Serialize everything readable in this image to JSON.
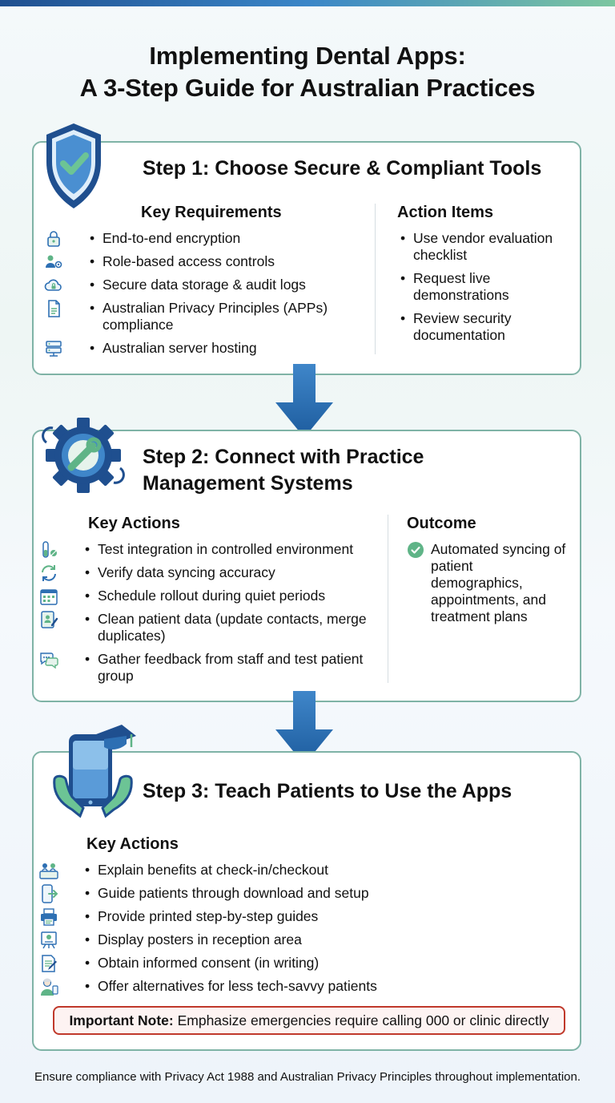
{
  "title": {
    "line1": "Implementing Dental Apps:",
    "line2": "A 3-Step Guide for Australian Practices"
  },
  "step1": {
    "title": "Step 1: Choose Secure & Compliant Tools",
    "requirements_heading": "Key Requirements",
    "requirements": [
      {
        "icon": "lock-icon",
        "text": "End-to-end encryption"
      },
      {
        "icon": "users-gear-icon",
        "text": "Role-based access controls"
      },
      {
        "icon": "cloud-lock-icon",
        "text": "Secure data storage & audit logs"
      },
      {
        "icon": "document-icon",
        "text": "Australian Privacy Principles (APPs) compliance"
      },
      {
        "icon": "server-icon",
        "text": "Australian server hosting"
      }
    ],
    "actions_heading": "Action Items",
    "actions": [
      "Use vendor evaluation checklist",
      "Request live demonstrations",
      "Review security documentation"
    ]
  },
  "step2": {
    "title_line1": "Step 2: Connect with Practice",
    "title_line2": "Management Systems",
    "actions_heading": "Key Actions",
    "actions": [
      {
        "icon": "test-tube-icon",
        "text": "Test integration in controlled environment"
      },
      {
        "icon": "sync-icon",
        "text": "Verify data syncing accuracy"
      },
      {
        "icon": "calendar-icon",
        "text": "Schedule rollout during quiet periods"
      },
      {
        "icon": "edit-contacts-icon",
        "text": "Clean patient data (update contacts, merge duplicates)"
      },
      {
        "icon": "chat-bubbles-icon",
        "text": "Gather feedback from staff and test patient group"
      }
    ],
    "outcome_heading": "Outcome",
    "outcome": "Automated syncing of patient demographics, appointments, and treatment plans"
  },
  "step3": {
    "title": "Step 3: Teach Patients to Use the Apps",
    "actions_heading": "Key Actions",
    "actions": [
      {
        "icon": "reception-icon",
        "text": "Explain benefits at check-in/checkout"
      },
      {
        "icon": "phone-download-icon",
        "text": "Guide patients through download and setup"
      },
      {
        "icon": "printer-icon",
        "text": "Provide printed step-by-step guides"
      },
      {
        "icon": "poster-icon",
        "text": "Display posters in reception area"
      },
      {
        "icon": "consent-form-icon",
        "text": "Obtain informed consent (in writing)"
      },
      {
        "icon": "elderly-patient-icon",
        "text": "Offer alternatives for less tech-savvy patients"
      }
    ],
    "note_label": "Important Note:",
    "note_text": " Emphasize emergencies require calling 000 or clinic directly"
  },
  "footer": "Ensure compliance with Privacy Act 1988 and Australian Privacy Principles throughout implementation.",
  "colors": {
    "navy": "#1f4f8f",
    "blue": "#2d6fb3",
    "green": "#5fb487",
    "card_border": "#7fb3a6",
    "note_border": "#c0392b"
  }
}
